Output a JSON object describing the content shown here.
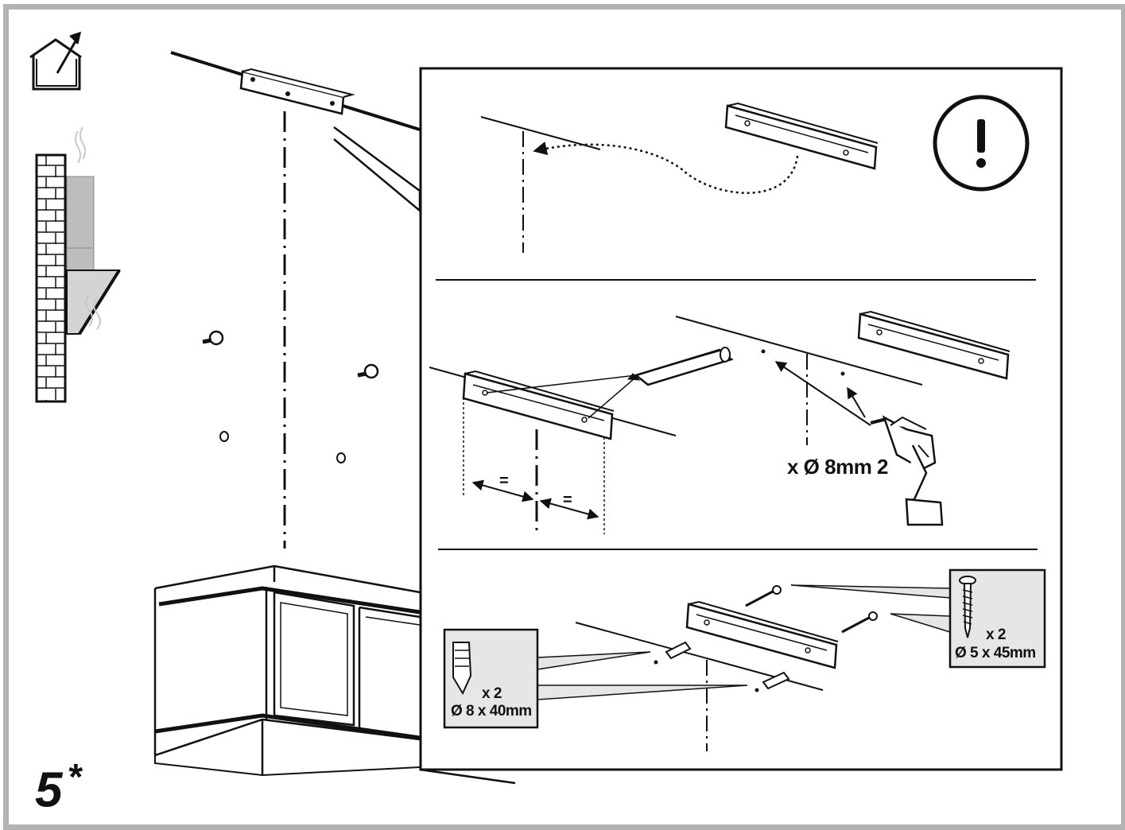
{
  "step": {
    "number": "5",
    "mark": "*"
  },
  "panel2": {
    "drill_label": "x Ø 8mm 2",
    "equal_left": "=",
    "equal_right": "="
  },
  "panel3": {
    "plug_qty": "x 2",
    "plug_size": "Ø 8 x 40mm",
    "screw_qty": "x 2",
    "screw_size": "Ø 5 x 45mm"
  },
  "icons": {
    "house": "house-exhaust-icon",
    "warning": "exclamation-warning-icon",
    "pencil": "pencil-icon",
    "drill": "drill-icon",
    "wall_plug": "wall-plug-icon",
    "screw": "screw-icon"
  },
  "colors": {
    "frame": "#b3b3b3",
    "line": "#111111",
    "callout_fill": "#e6e6e6"
  }
}
